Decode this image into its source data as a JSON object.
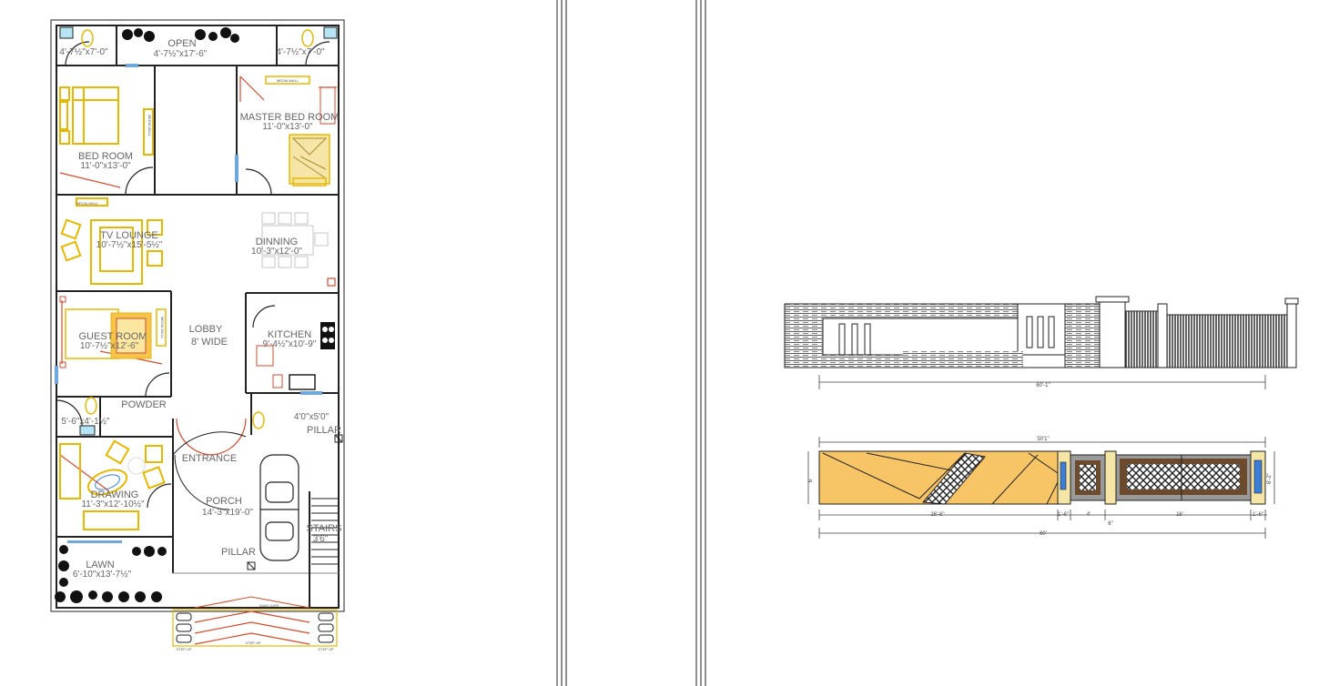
{
  "plan": {
    "rooms": {
      "open": {
        "name": "OPEN",
        "size": "4'-7½\"x17'-6\""
      },
      "bath_left": {
        "size": "4'-7½\"x7'-0\""
      },
      "bath_right": {
        "size": "4'-7½\"x7'-0\""
      },
      "bed_room": {
        "name": "BED ROOM",
        "size": "11'-0\"x13'-0\""
      },
      "master_bed": {
        "name": "MASTER BED ROOM",
        "size": "11'-0\"x13'-0\""
      },
      "tv_lounge": {
        "name": "TV LOUNGE",
        "size": "10'-7½\"x15'-5½\""
      },
      "dinning": {
        "name": "DINNING",
        "size": "10'-3\"x12'-0\""
      },
      "guest_room": {
        "name": "GUEST ROOM",
        "size": "10'-7½\"x12'-6\""
      },
      "lobby": {
        "name": "LOBBY",
        "size": "8' WIDE"
      },
      "kitchen": {
        "name": "KITCHEN",
        "size": "9'-4½\"x10'-9\""
      },
      "powder": {
        "name": "POWDER",
        "size": "5'-6\"x4'-1½\""
      },
      "toilet": {
        "size": "4'0\"x5'0\""
      },
      "entrance": {
        "name": "ENTRANCE"
      },
      "drawing": {
        "name": "DRAWING",
        "size": "11'-3\"x12'-10½\""
      },
      "porch": {
        "name": "PORCH",
        "size": "14'-3\"x19'-0\""
      },
      "stairs": {
        "name": "STAIRS",
        "size": "3'6\""
      },
      "lawn": {
        "name": "LAWN",
        "size": "6'-10\"x13'-7½\""
      }
    },
    "labels": {
      "pillar_top": "PILLAR",
      "pillar_bottom": "PILLAR",
      "media_wall_master": "MEDIA WALL",
      "media_wall_bed": "MEDIA WALL",
      "media_wall_bed_side": "MEDIA WALL",
      "media_wall_guest": "MEDIA WALL",
      "main_gate": "MAIN GATE",
      "step_left": "STEP UP",
      "step_mid": "STEP UP",
      "step_right": "STEP UP"
    }
  },
  "elevation": {
    "overall": "60'-1\""
  },
  "gate_plan": {
    "top_dim": "50'1\"",
    "left_height": "6'",
    "right_height": "6'-2\"",
    "seg_1": "26'-6\"",
    "seg_2": "1'-6\"",
    "seg_3": "4'",
    "seg_4": "16'",
    "seg_5": "1'-6\"",
    "seg_6": "6\"",
    "overall": "60'"
  },
  "colors": {
    "furniture": "#e8b800",
    "door_red": "#d94b2b",
    "window_blue": "#6fa8dc",
    "gate_orange": "#f7c466",
    "gate_brown": "#6b4a2e",
    "gate_grey": "#9a9a9a",
    "pillar_cream": "#f5e6a8",
    "water_blue": "#3a7fd5"
  }
}
